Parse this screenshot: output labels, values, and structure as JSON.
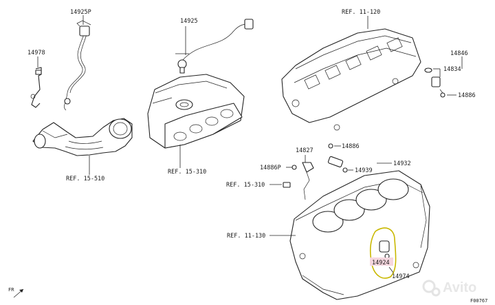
{
  "labels": {
    "p14925P": "14925P",
    "p14978": "14978",
    "ref15510": "REF. 15-510",
    "p14925": "14925",
    "ref15310a": "REF. 15-310",
    "ref11120": "REF. 11-120",
    "p14846": "14846",
    "p14834": "14834",
    "p14886a": "14886",
    "p14827": "14827",
    "p14886b": "14886",
    "p14886P": "14886P",
    "p14932": "14932",
    "p14939": "14939",
    "ref15310b": "REF. 15-310",
    "ref11130": "REF. 11-130",
    "p14924": "14924",
    "p14974": "14974",
    "fr": "FR",
    "code": "F00767"
  },
  "watermark": "Avito",
  "colors": {
    "ink": "#222222",
    "highlight_outline": "#c9b800",
    "label_box": "#f6d7df"
  }
}
